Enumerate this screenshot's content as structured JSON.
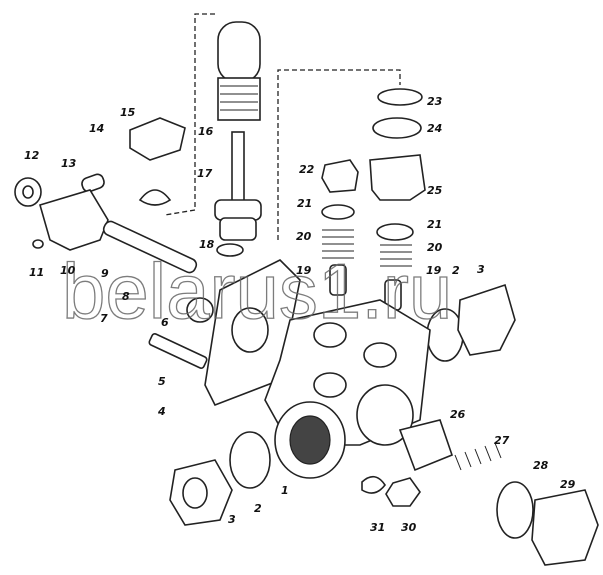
{
  "watermark": "belarus1.ru",
  "labels": [
    {
      "id": "12",
      "text": "12"
    },
    {
      "id": "13",
      "text": "13"
    },
    {
      "id": "14",
      "text": "14"
    },
    {
      "id": "15",
      "text": "15"
    },
    {
      "id": "16",
      "text": "16"
    },
    {
      "id": "17",
      "text": "17"
    },
    {
      "id": "18",
      "text": "18"
    },
    {
      "id": "22",
      "text": "22"
    },
    {
      "id": "21a",
      "text": "21"
    },
    {
      "id": "20a",
      "text": "20"
    },
    {
      "id": "19a",
      "text": "19"
    },
    {
      "id": "23",
      "text": "23"
    },
    {
      "id": "24",
      "text": "24"
    },
    {
      "id": "25",
      "text": "25"
    },
    {
      "id": "21b",
      "text": "21"
    },
    {
      "id": "20b",
      "text": "20"
    },
    {
      "id": "19b",
      "text": "19"
    },
    {
      "id": "2a",
      "text": "2"
    },
    {
      "id": "3a",
      "text": "3"
    },
    {
      "id": "11",
      "text": "11"
    },
    {
      "id": "10",
      "text": "10"
    },
    {
      "id": "9",
      "text": "9"
    },
    {
      "id": "8",
      "text": "8"
    },
    {
      "id": "7",
      "text": "7"
    },
    {
      "id": "6",
      "text": "6"
    },
    {
      "id": "5",
      "text": "5"
    },
    {
      "id": "4",
      "text": "4"
    },
    {
      "id": "26",
      "text": "26"
    },
    {
      "id": "27",
      "text": "27"
    },
    {
      "id": "28",
      "text": "28"
    },
    {
      "id": "29",
      "text": "29"
    },
    {
      "id": "1",
      "text": "1"
    },
    {
      "id": "2b",
      "text": "2"
    },
    {
      "id": "3b",
      "text": "3"
    },
    {
      "id": "31",
      "text": "31"
    },
    {
      "id": "30",
      "text": "30"
    }
  ]
}
